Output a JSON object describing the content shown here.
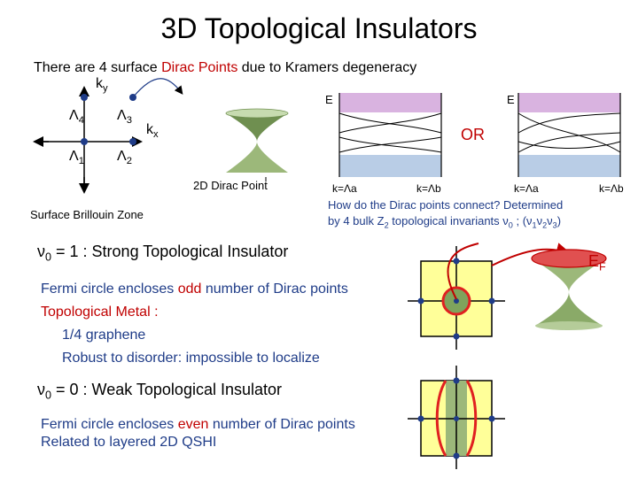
{
  "title": "3D Topological Insulators",
  "intro": {
    "before": "There are 4 surface ",
    "highlight": "Dirac Points",
    "after": " due to Kramers degeneracy"
  },
  "bz": {
    "ky_label": "k",
    "ky_sub": "y",
    "kx_label": "k",
    "kx_sub": "x",
    "lambda": "Λ",
    "points": [
      "4",
      "3",
      "1",
      "2"
    ],
    "caption": "Surface Brillouin Zone"
  },
  "dirac_point_caption": "2D Dirac Point",
  "spectra": {
    "energy_label": "E",
    "or_label": "OR",
    "left_ticks": [
      "k=Λa",
      "k=Λb"
    ],
    "right_ticks": [
      "k=Λa",
      "k=Λb"
    ],
    "question_line1": "How do the Dirac points connect?  Determined",
    "question_line2_a": "by 4 bulk Z",
    "question_line2_sub": "2",
    "question_line2_b": " topological invariants ",
    "question_nu0": "ν",
    "question_nu0_sub": "0",
    "question_tail": " ; (ν",
    "question_sub1": "1",
    "question_mid": "ν",
    "question_sub2": "2",
    "question_mid2": "ν",
    "question_sub3": "3",
    "question_end": ")"
  },
  "strong": {
    "heading_nu": "ν",
    "heading_sub": "0",
    "heading_rest": " = 1 : Strong Topological Insulator",
    "line1_before": "Fermi circle encloses ",
    "line1_highlight": "odd",
    "line1_after": " number of Dirac points",
    "line2": "Topological Metal :",
    "line3": "1/4 graphene",
    "line4": "Robust to disorder: impossible to localize"
  },
  "weak": {
    "heading_nu": "ν",
    "heading_sub": "0",
    "heading_rest": " = 0 : Weak Topological Insulator",
    "line1_before": "Fermi circle encloses ",
    "line1_highlight": "even",
    "line1_after": " number of Dirac points",
    "line2": "Related to layered 2D QSHI"
  },
  "fermi_label": "E",
  "fermi_sub": "F",
  "colors": {
    "red": "#c00000",
    "blue": "#1f3c88",
    "accent_red": "#e02020",
    "yellow_fill": "#ffff99",
    "conduction_fill": "#d9b3e0",
    "valence_fill": "#b9cde6",
    "cone_fill": "#9cb87a"
  }
}
